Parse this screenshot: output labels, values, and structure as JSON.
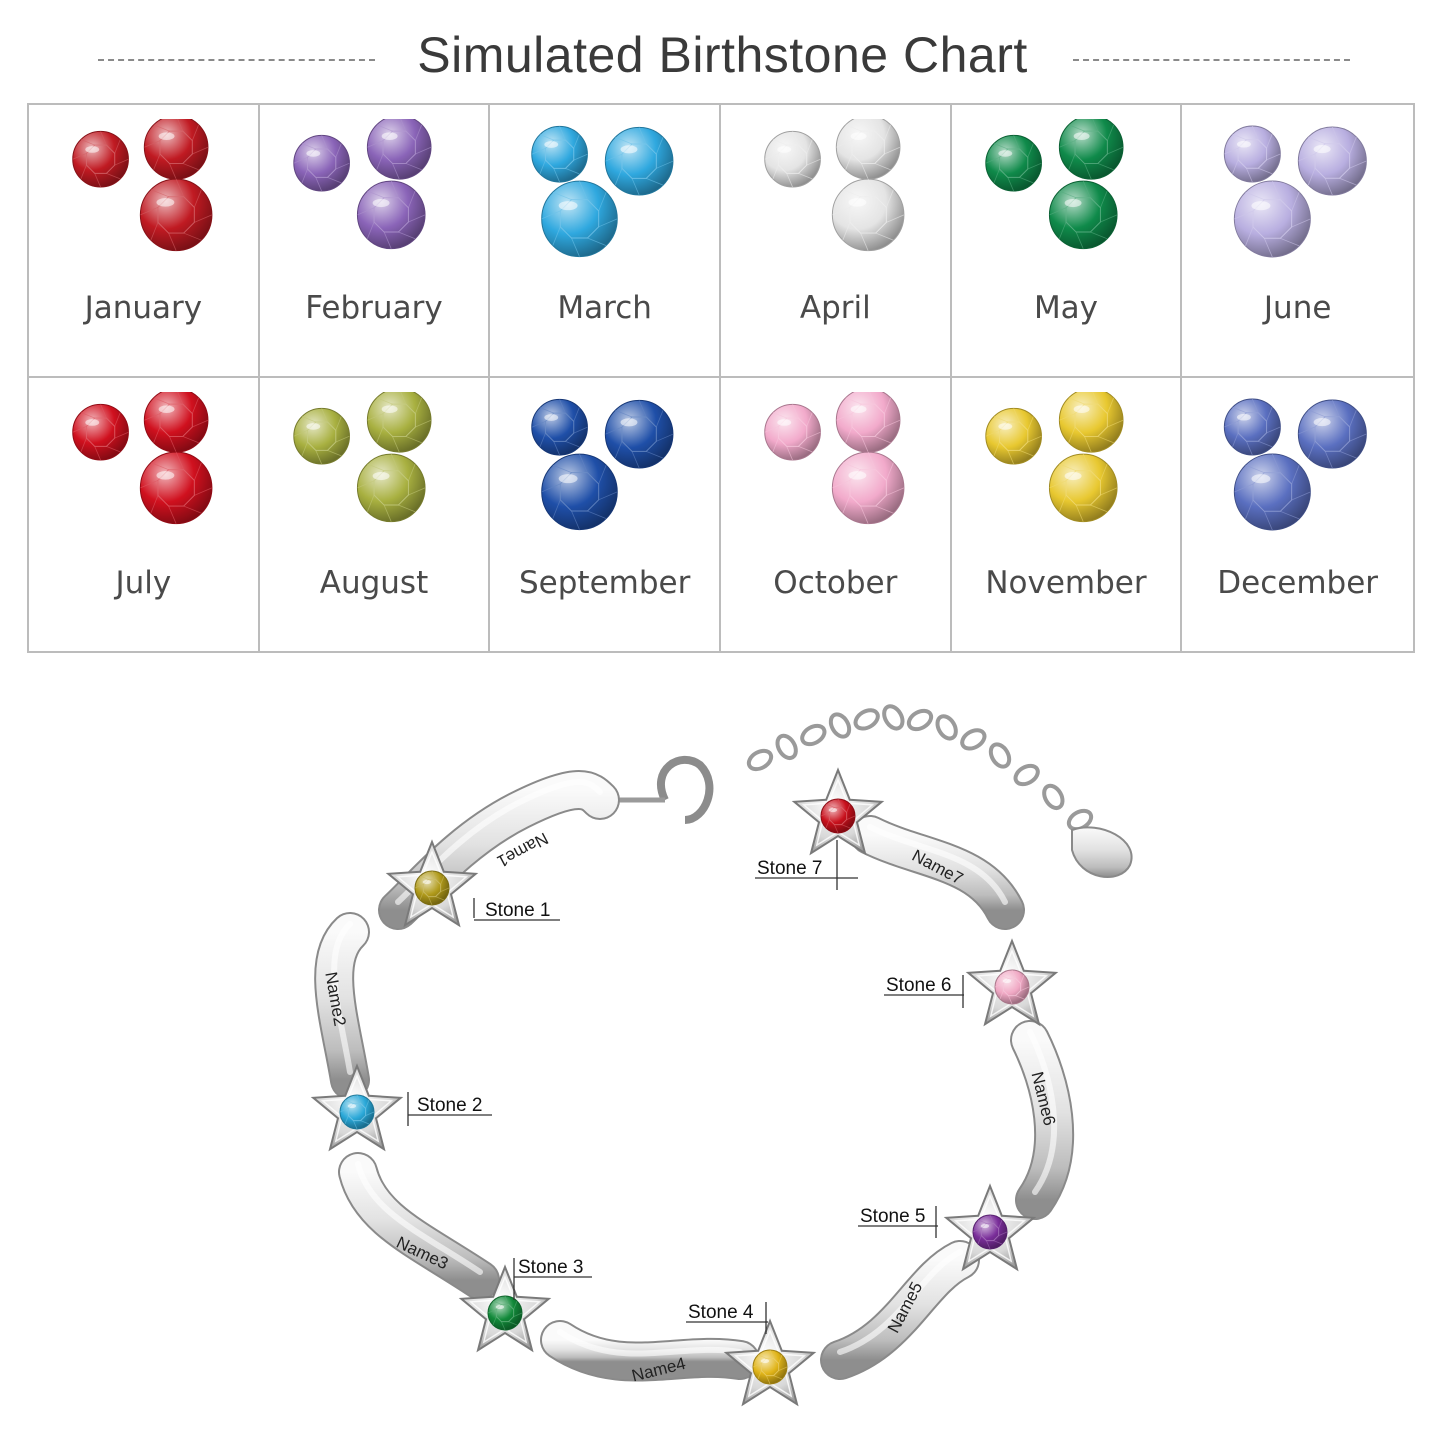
{
  "header": {
    "title": "Simulated Birthstone Chart"
  },
  "months": [
    {
      "name": "January",
      "color": "#c01a22",
      "icon": "garnet-gems-icon"
    },
    {
      "name": "February",
      "color": "#8a64b8",
      "icon": "amethyst-gems-icon"
    },
    {
      "name": "March",
      "color": "#2fa8df",
      "icon": "aquamarine-gems-icon"
    },
    {
      "name": "April",
      "color": "#e4e4e4",
      "icon": "diamond-gems-icon"
    },
    {
      "name": "May",
      "color": "#0f8a4a",
      "icon": "emerald-gems-icon"
    },
    {
      "name": "June",
      "color": "#b8aee0",
      "icon": "alexandrite-gems-icon"
    },
    {
      "name": "July",
      "color": "#d0101e",
      "icon": "ruby-gems-icon"
    },
    {
      "name": "August",
      "color": "#a8b040",
      "icon": "peridot-gems-icon"
    },
    {
      "name": "September",
      "color": "#1f4fa8",
      "icon": "sapphire-gems-icon"
    },
    {
      "name": "October",
      "color": "#f2aacb",
      "icon": "tourmaline-gems-icon"
    },
    {
      "name": "November",
      "color": "#e8c830",
      "icon": "citrine-gems-icon"
    },
    {
      "name": "December",
      "color": "#5a6fc0",
      "icon": "tanzanite-gems-icon"
    }
  ],
  "bracelet": {
    "stones": [
      {
        "label": "Stone 1",
        "color": "#b09a1a"
      },
      {
        "label": "Stone 2",
        "color": "#2aa8d8"
      },
      {
        "label": "Stone 3",
        "color": "#128a3a"
      },
      {
        "label": "Stone 4",
        "color": "#e0b418"
      },
      {
        "label": "Stone 5",
        "color": "#7a2e9a"
      },
      {
        "label": "Stone 6",
        "color": "#f0a8c4"
      },
      {
        "label": "Stone 7",
        "color": "#c8101c"
      }
    ],
    "names": [
      "Name1",
      "Name2",
      "Name3",
      "Name4",
      "Name5",
      "Name6",
      "Name7"
    ]
  }
}
